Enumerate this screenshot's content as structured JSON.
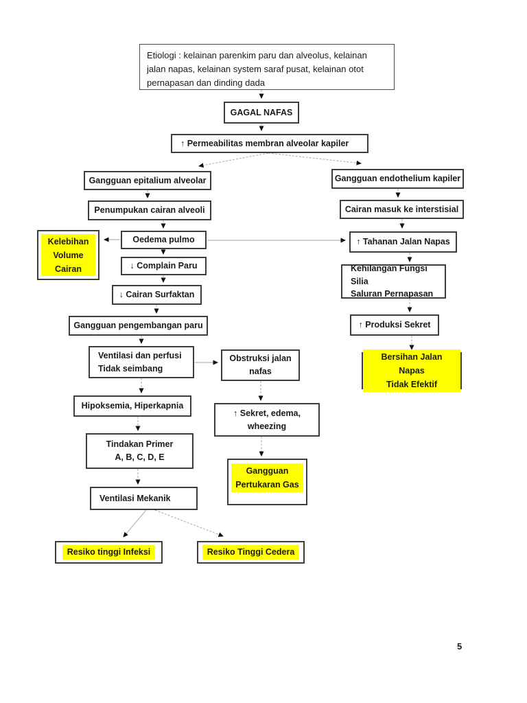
{
  "page": {
    "number": "5"
  },
  "colors": {
    "highlight": "#FFFF00",
    "box_border": "#3d3d3d",
    "connector_line": "#b5b5b5",
    "arrowhead": "#111111"
  },
  "nodes": {
    "etiologi": {
      "text": "Etiologi : kelainan parenkim paru dan alveolus, kelainan jalan napas, kelainan system saraf pusat, kelainan otot pernapasan dan dinding dada"
    },
    "gagal_nafas": {
      "text": "GAGAL NAFAS"
    },
    "permeabilitas": {
      "text": "↑ Permeabilitas membran alveolar kapiler"
    },
    "epitalium": {
      "text": "Gangguan epitalium alveolar"
    },
    "endothelium": {
      "text": "Gangguan endothelium kapiler"
    },
    "penumpukan": {
      "text": "Penumpukan cairan alveoli"
    },
    "cairan_masuk": {
      "text": "Cairan masuk ke interstisial"
    },
    "kelebihan": {
      "lines": [
        "Kelebihan",
        "Volume",
        "Cairan"
      ]
    },
    "oedema": {
      "text": "Oedema pulmo"
    },
    "tahanan": {
      "text": "↑ Tahanan Jalan Napas"
    },
    "complain": {
      "text": "↓ Complain Paru"
    },
    "kehilangan": {
      "lines": [
        "Kehilangan Fungsi Silia",
        "Saluran Pernapasan"
      ]
    },
    "surfaktan": {
      "text": "↓ Cairan Surfaktan"
    },
    "pengembangan": {
      "text": "Gangguan pengembangan paru"
    },
    "produksi": {
      "text": "↑ Produksi Sekret"
    },
    "ventilasi_perfusi": {
      "lines": [
        "Ventilasi dan perfusi",
        "Tidak seimbang"
      ]
    },
    "obstruksi": {
      "lines": [
        "Obstruksi jalan",
        "nafas"
      ]
    },
    "bersihan": {
      "lines": [
        "Bersihan Jalan Napas",
        "Tidak Efektif"
      ]
    },
    "hipoksemia": {
      "text": "Hipoksemia, Hiperkapnia"
    },
    "sekret": {
      "lines": [
        "↑ Sekret, edema,",
        "wheezing"
      ]
    },
    "tindakan": {
      "lines": [
        "Tindakan Primer",
        "A, B, C, D, E"
      ]
    },
    "pertukaran": {
      "lines": [
        "Gangguan",
        "Pertukaran Gas"
      ]
    },
    "ventilasi_mekanik": {
      "text": "Ventilasi Mekanik"
    },
    "resiko_infeksi": {
      "text": "Resiko tinggi Infeksi"
    },
    "resiko_cedera": {
      "text": "Resiko Tinggi Cedera"
    }
  }
}
